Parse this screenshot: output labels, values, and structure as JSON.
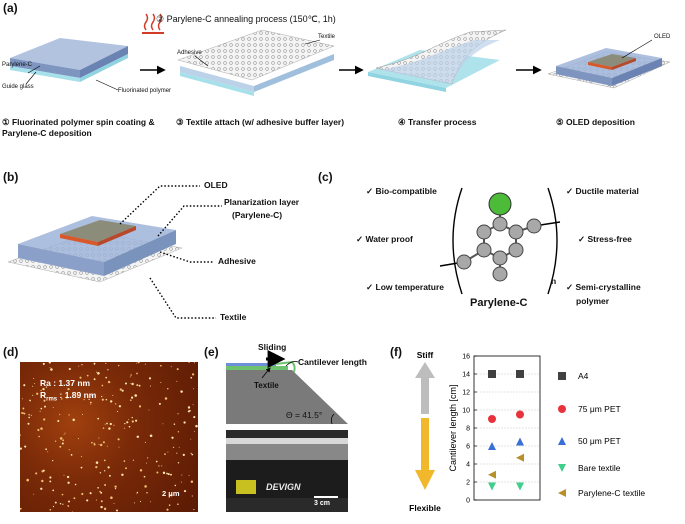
{
  "panels": {
    "a": "(a)",
    "b": "(b)",
    "c": "(c)",
    "d": "(d)",
    "e": "(e)",
    "f": "(f)"
  },
  "panel_a": {
    "step2": "② Parylene-C annealing process (150℃, 1h)",
    "parylene_label": "Parylene-C",
    "guide_glass": "Guide glass",
    "fluorinated": "Fluorinated polymer",
    "adhesive": "Adhesive",
    "textile": "Textile",
    "oled": "OLED",
    "step1_line1": "① Fluorinated polymer spin coating &",
    "step1_line2": "Parylene-C deposition",
    "step3": "③ Textile attach (w/ adhesive buffer layer)",
    "step4": "④ Transfer process",
    "step5": "⑤ OLED deposition"
  },
  "panel_b": {
    "oled": "OLED",
    "planarization1": "Planarization layer",
    "planarization2": "(Parylene-C)",
    "adhesive": "Adhesive",
    "textile": "Textile"
  },
  "panel_c": {
    "bio": "Bio-compatible",
    "ductile": "Ductile material",
    "water": "Water proof",
    "stress": "Stress-free",
    "lowtemp": "Low temperature",
    "semi1": "Semi-crystalline",
    "semi2": "polymer",
    "n": "n",
    "name": "Parylene-C",
    "check": "✓"
  },
  "panel_d": {
    "ra": "Ra : 1.37 nm",
    "rrms_prefix": "R",
    "rrms_sub": "rms",
    "rrms_value": " : 1.89 nm",
    "scale": "2 μm"
  },
  "panel_e": {
    "sliding": "Sliding",
    "cantilever": "Cantilever length",
    "textile": "Textile",
    "angle": "Θ = 41.5°",
    "scale": "3 cm",
    "brand": "DEVIGN"
  },
  "chart_data": {
    "type": "scatter",
    "ylabel": "Cantilever length [cm]",
    "ylim": [
      0,
      16
    ],
    "yticks": [
      0,
      2,
      4,
      6,
      8,
      10,
      12,
      14,
      16
    ],
    "x": [
      1,
      2
    ],
    "grid": true,
    "legend_position": "right",
    "stiff_label": "Stiff",
    "flexible_label": "Flexible",
    "series": [
      {
        "name": "A4",
        "values": [
          14.0,
          14.0
        ],
        "color": "#404040",
        "marker": "square"
      },
      {
        "name": "75 μm PET",
        "values": [
          9.0,
          9.5
        ],
        "color": "#e8323c",
        "marker": "circle"
      },
      {
        "name": "50 μm PET",
        "values": [
          6.0,
          6.5
        ],
        "color": "#3a6fd8",
        "marker": "triangle-up"
      },
      {
        "name": "Bare textile",
        "values": [
          1.5,
          1.5
        ],
        "color": "#3fcf8a",
        "marker": "triangle-down"
      },
      {
        "name": "Parylene-C textile",
        "values": [
          2.8,
          4.7
        ],
        "color": "#b8902a",
        "marker": "triangle-left"
      }
    ]
  }
}
